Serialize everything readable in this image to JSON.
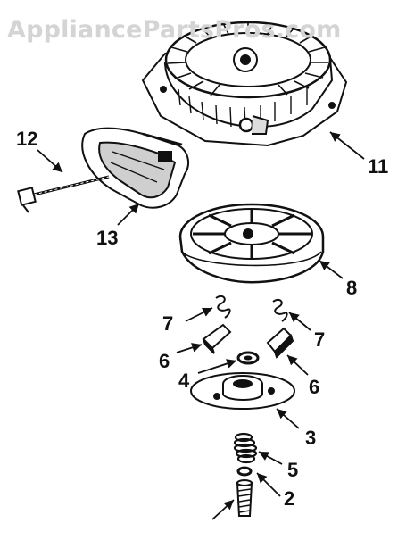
{
  "watermark": "AppliancePartsPros.com",
  "callouts": {
    "n11": "11",
    "n12": "12",
    "n13": "13",
    "n8": "8",
    "n7a": "7",
    "n7b": "7",
    "n6a": "6",
    "n6b": "6",
    "n4": "4",
    "n3": "3",
    "n5": "5",
    "n2": "2"
  },
  "colors": {
    "ink": "#111111",
    "watermark": "#d4d4d4",
    "background": "#ffffff"
  }
}
